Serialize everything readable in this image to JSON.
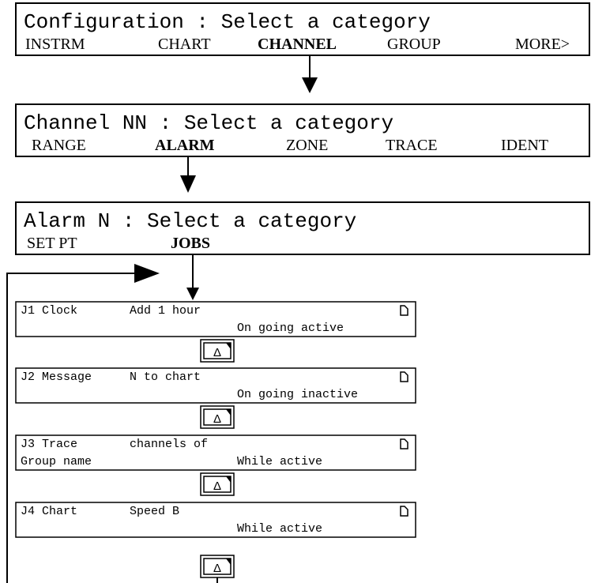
{
  "screen1": {
    "title": "Configuration : Select a category",
    "menu": [
      "INSTRM",
      "CHART",
      "CHANNEL",
      "GROUP",
      "MORE>"
    ],
    "selected": "CHANNEL"
  },
  "screen2": {
    "title": "Channel NN : Select a category",
    "menu": [
      "RANGE",
      "ALARM",
      "ZONE",
      "TRACE",
      "IDENT"
    ],
    "selected": "ALARM"
  },
  "screen3": {
    "title": "Alarm N : Select a category",
    "menu": [
      "SET PT",
      "JOBS"
    ],
    "selected": "JOBS"
  },
  "jobs": [
    {
      "line1a": "J1 Clock",
      "line1b": "Add 1 hour",
      "line2a": "",
      "line2b": "On going active"
    },
    {
      "line1a": "J2 Message",
      "line1b": "N to chart",
      "line2a": "",
      "line2b": "On going inactive"
    },
    {
      "line1a": "J3 Trace",
      "line1b": "channels of",
      "line2a": "Group name",
      "line2b": "While active"
    },
    {
      "line1a": "J4 Chart",
      "line1b": "Speed B",
      "line2a": "",
      "line2b": "While active"
    }
  ],
  "up_key_symbol": "Δ",
  "icons": {
    "page": "page-icon",
    "up_key": "up-key-icon"
  }
}
